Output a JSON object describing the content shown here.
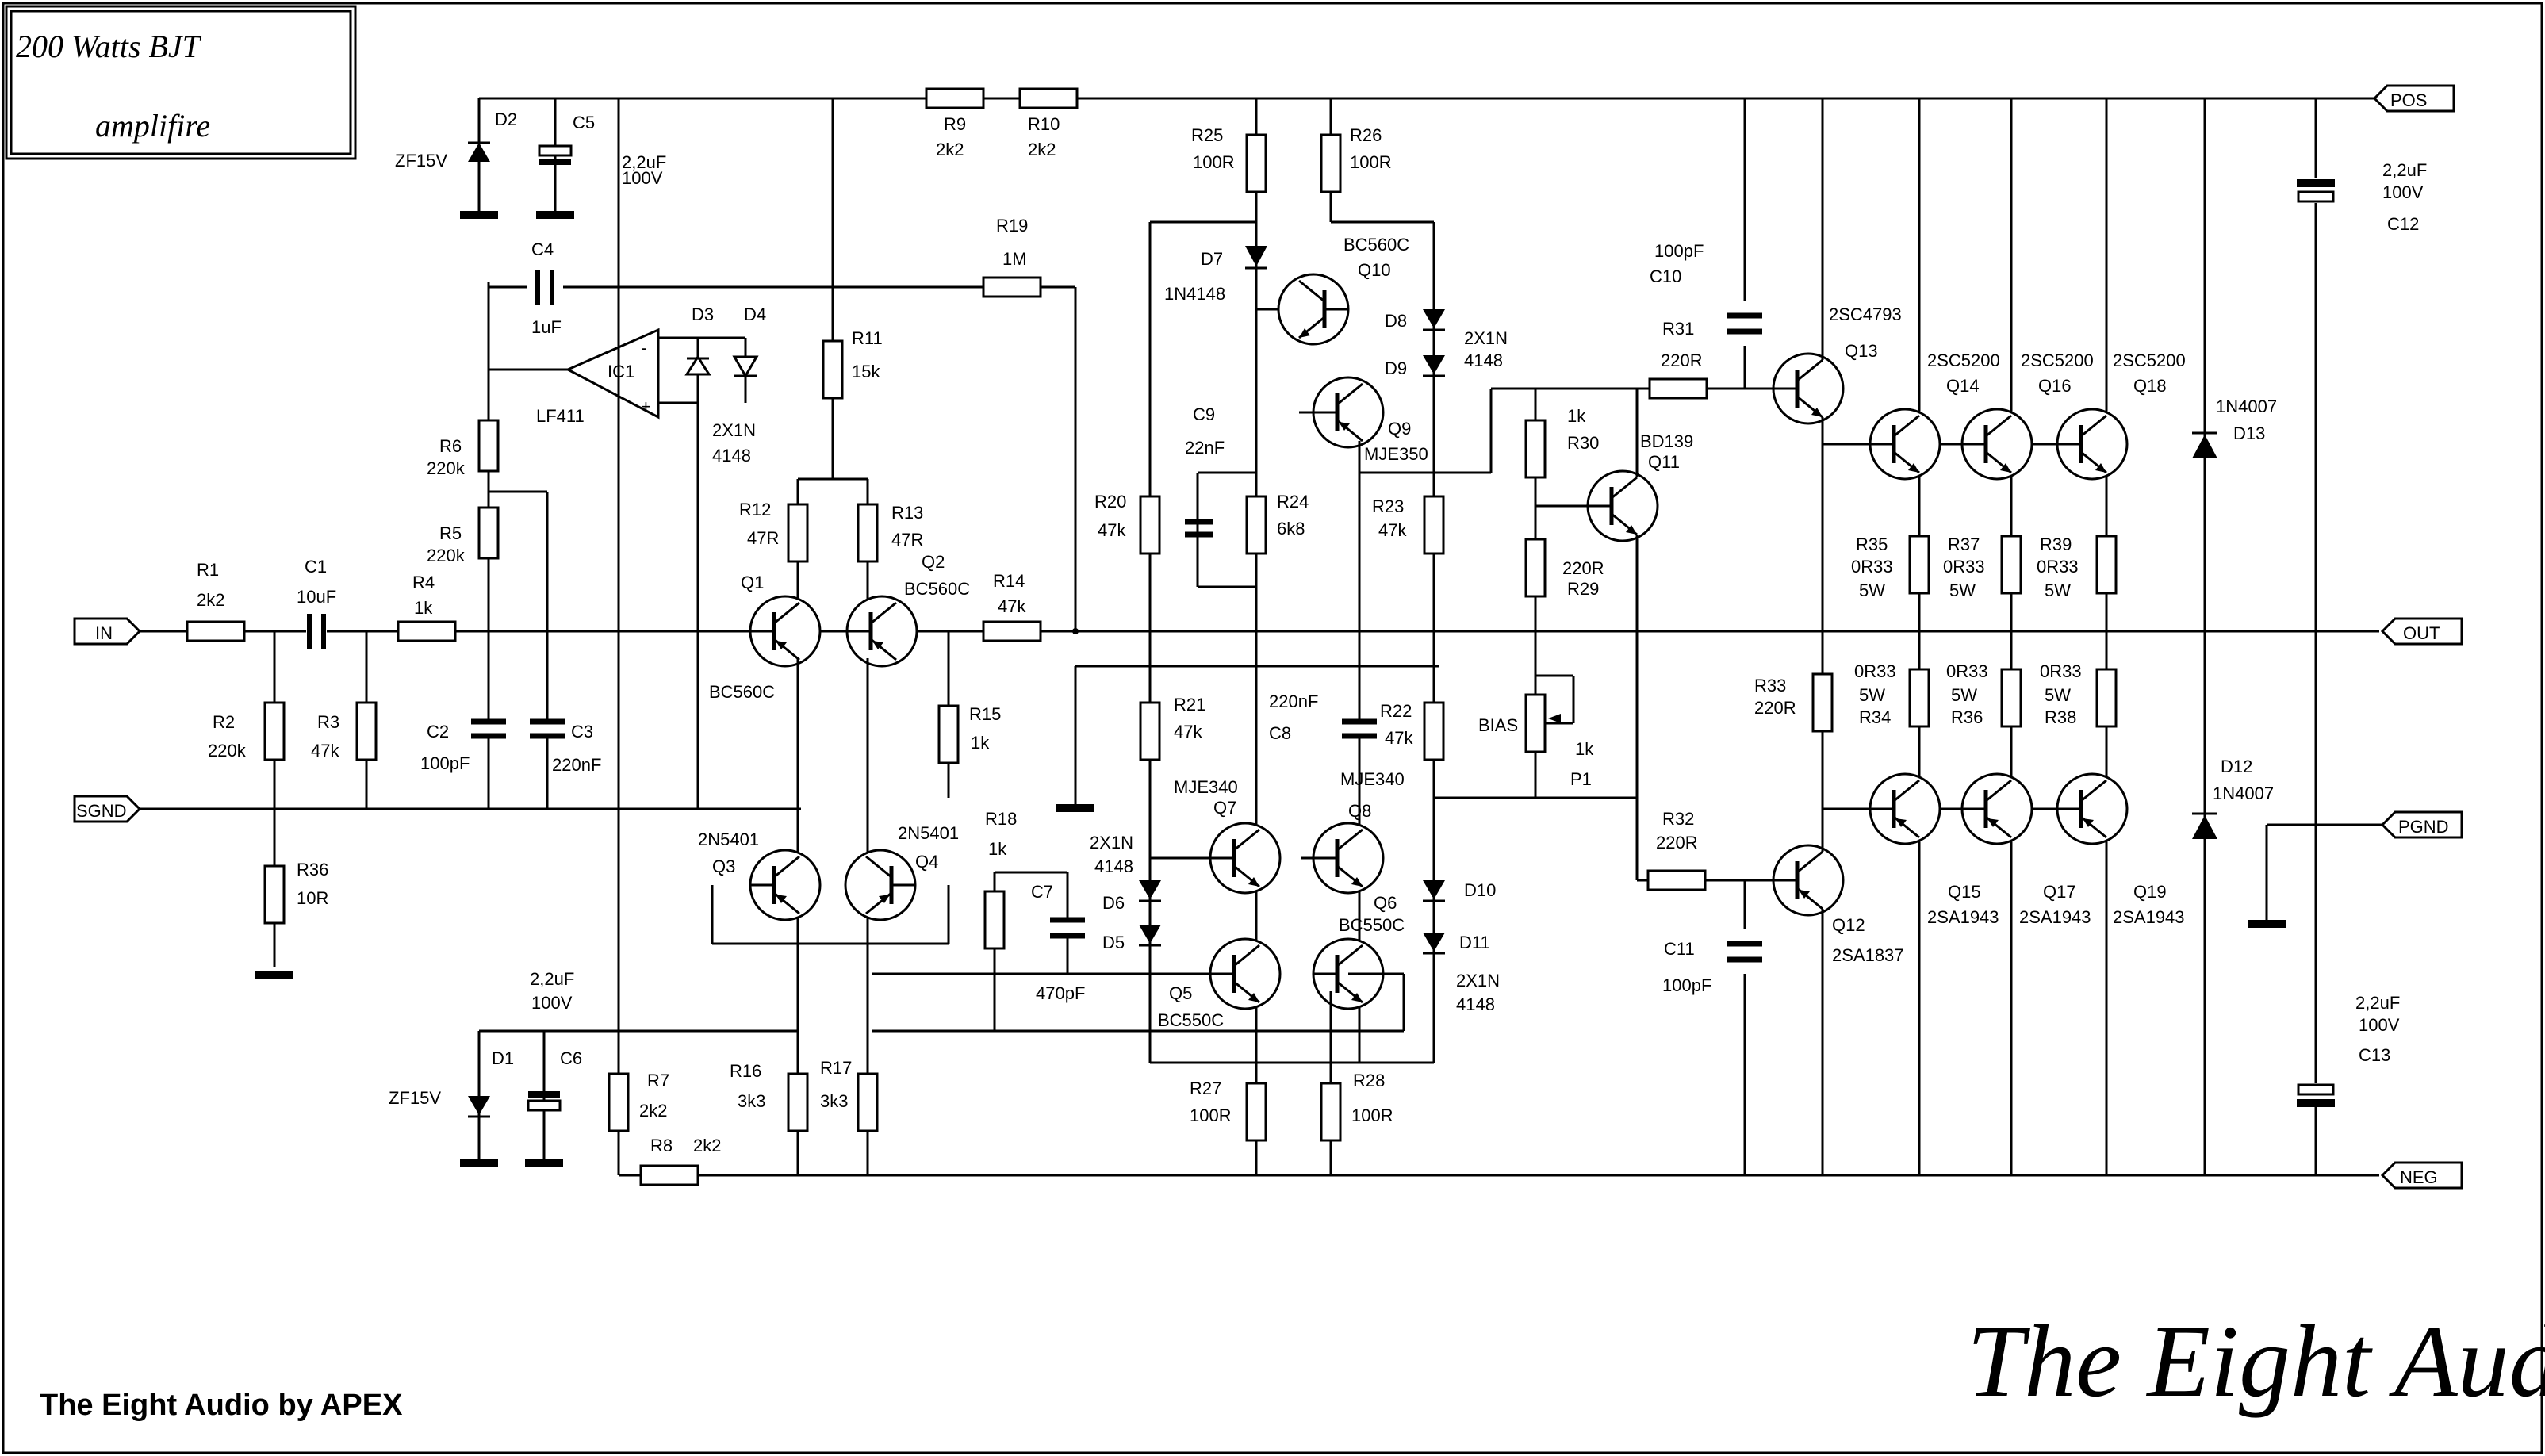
{
  "title": {
    "line1": "200 Watts BJT",
    "line2": "amplifire"
  },
  "footer": {
    "left": "The Eight Audio by APEX",
    "brand": "The Eight Audio"
  },
  "ports": {
    "in": "IN",
    "sgnd": "SGND",
    "pos": "POS",
    "out": "OUT",
    "pgnd": "PGND",
    "neg": "NEG"
  },
  "labels": {
    "r1": "R1",
    "r1v": "2k2",
    "c1": "C1",
    "c1v": "10uF",
    "r4": "R4",
    "r4v": "1k",
    "r2": "R2",
    "r2v": "220k",
    "r3": "R3",
    "r3v": "47k",
    "r36": "R36",
    "r36v": "10R",
    "r6": "R6",
    "r6v": "220k",
    "r5": "R5",
    "r5v": "220k",
    "c2": "C2",
    "c2v": "100pF",
    "c3": "C3",
    "c3v": "220nF",
    "c4": "C4",
    "c4v": "1uF",
    "ic1": "IC1",
    "lf411": "LF411",
    "d2": "D2",
    "c5": "C5",
    "zf15v_top": "ZF15V",
    "cap_top_v1": "2,2uF",
    "cap_top_v2": "100V",
    "d3": "D3",
    "d4": "D4",
    "d34_v1": "2X1N",
    "d34_v2": "4148",
    "r19": "R19",
    "r19v": "1M",
    "r11": "R11",
    "r11v": "15k",
    "r12": "R12",
    "r12v": "47R",
    "r13": "R13",
    "r13v": "47R",
    "q1": "Q1",
    "q1t": "BC560C",
    "q2": "Q2",
    "q2t": "BC560C",
    "r14": "R14",
    "r14v": "47k",
    "r15": "R15",
    "r15v": "1k",
    "q3t": "2N5401",
    "q3": "Q3",
    "q4t": "2N5401",
    "q4": "Q4",
    "cap_bot_v1": "2,2uF",
    "cap_bot_v2": "100V",
    "d1": "D1",
    "c6": "C6",
    "zf15v_bot": "ZF15V",
    "r7": "R7",
    "r7v": "2k2",
    "r8": "R8",
    "r8v": "2k2",
    "r16": "R16",
    "r16v": "3k3",
    "r17": "R17",
    "r17v": "3k3",
    "r9": "R9",
    "r9v": "2k2",
    "r10": "R10",
    "r10v": "2k2",
    "r25": "R25",
    "r25v": "100R",
    "r26": "R26",
    "r26v": "100R",
    "d7": "D7",
    "d7t": "1N4148",
    "q10t": "BC560C",
    "q10": "Q10",
    "d8": "D8",
    "d9": "D9",
    "d89_v1": "2X1N",
    "d89_v2": "4148",
    "c9": "C9",
    "c9v": "22nF",
    "r24": "R24",
    "r24v": "6k8",
    "q9": "Q9",
    "q9t": "MJE350",
    "r20": "R20",
    "r20v": "47k",
    "r23": "R23",
    "r23v": "47k",
    "r18": "R18",
    "r18v": "1k",
    "c7": "C7",
    "c7v": "470pF",
    "r21": "R21",
    "r21v": "47k",
    "c8v": "220nF",
    "c8": "C8",
    "r22": "R22",
    "r22v": "47k",
    "q7t": "MJE340",
    "q7": "Q7",
    "q8t": "MJE340",
    "q8": "Q8",
    "d56_v1": "2X1N",
    "d56_v2": "4148",
    "d6": "D6",
    "d5": "D5",
    "q5": "Q5",
    "q5t": "BC550C",
    "q6": "Q6",
    "q6t": "BC550C",
    "d10": "D10",
    "d11": "D11",
    "d1011_v1": "2X1N",
    "d1011_v2": "4148",
    "r27": "R27",
    "r27v": "100R",
    "r28": "R28",
    "r28v": "100R",
    "c10v": "100pF",
    "c10": "C10",
    "r31": "R31",
    "r31v": "220R",
    "r30v": "1k",
    "r30": "R30",
    "q11t": "BD139",
    "q11": "Q11",
    "r29v": "220R",
    "r29": "R29",
    "bias": "BIAS",
    "p1v": "1k",
    "p1": "P1",
    "r32": "R32",
    "r32v": "220R",
    "c11": "C11",
    "c11v": "100pF",
    "r33": "R33",
    "r33v": "220R",
    "q13t": "2SC4793",
    "q13": "Q13",
    "q12": "Q12",
    "q12t": "2SA1837",
    "q14t": "2SC5200",
    "q14": "Q14",
    "q16t": "2SC5200",
    "q16": "Q16",
    "q18t": "2SC5200",
    "q18": "Q18",
    "r35": "R35",
    "r35v": "0R33",
    "r35w": "5W",
    "r37": "R37",
    "r37v": "0R33",
    "r37w": "5W",
    "r39": "R39",
    "r39v": "0R33",
    "r39w": "5W",
    "r34v": "0R33",
    "r34w": "5W",
    "r34": "R34",
    "r36bv": "0R33",
    "r36bw": "5W",
    "r36b": "R36",
    "r38v": "0R33",
    "r38w": "5W",
    "r38": "R38",
    "q15": "Q15",
    "q15t": "2SA1943",
    "q17": "Q17",
    "q17t": "2SA1943",
    "q19": "Q19",
    "q19t": "2SA1943",
    "d13t": "1N4007",
    "d13": "D13",
    "d12": "D12",
    "d12t": "1N4007",
    "c12v1": "2,2uF",
    "c12v2": "100V",
    "c12": "C12",
    "c13v1": "2,2uF",
    "c13v2": "100V",
    "c13": "C13"
  }
}
